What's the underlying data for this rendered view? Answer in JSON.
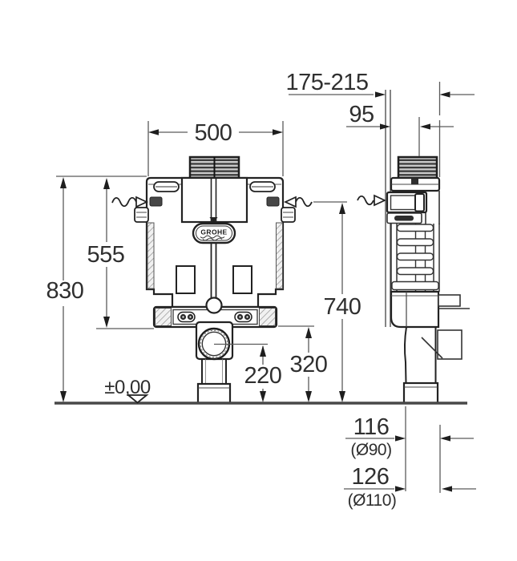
{
  "drawing": {
    "brand": "GROHE",
    "front_view": {
      "width_mm": "500",
      "total_height_mm": "830",
      "tank_height_mm": "555",
      "inlet_height_mm": "740",
      "bracket_height_mm": "320",
      "outlet_height_mm": "220",
      "floor_level": "±0,00"
    },
    "side_view": {
      "depth_range_mm": "175-215",
      "plate_depth_mm": "95",
      "outlet1_offset_mm": "116",
      "outlet1_diameter": "(Ø90)",
      "outlet2_offset_mm": "126",
      "outlet2_diameter": "(Ø110)"
    },
    "colors": {
      "outline": "#222222",
      "dimension_line": "#5a5a5a",
      "text": "#2f2f2f",
      "floor_line": "#484848",
      "background": "#ffffff"
    }
  }
}
